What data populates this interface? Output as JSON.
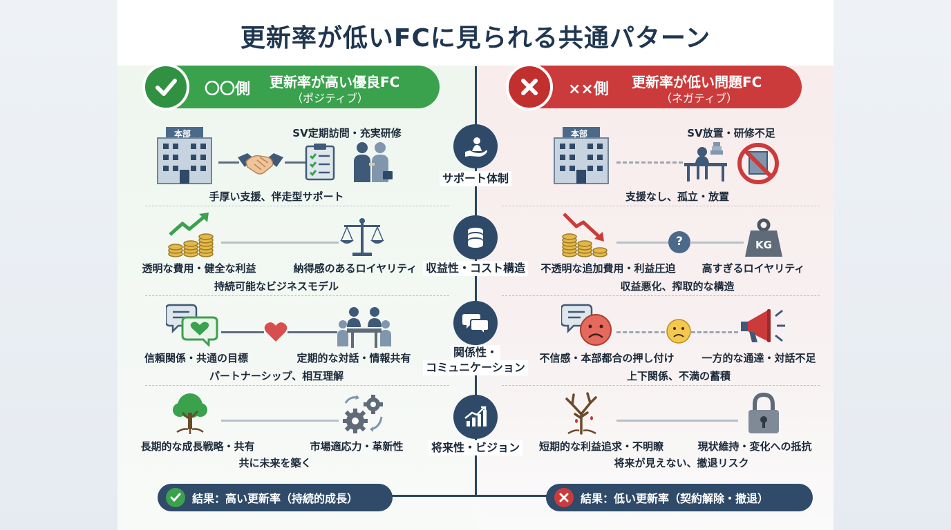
{
  "title": "更新率が低いFCに見られる共通パターン",
  "good": {
    "side": "〇〇側",
    "heading": "更新率が高い優良FC",
    "sub": "（ポジティブ）",
    "building_label": "本部",
    "row1_top": "SV定期訪問・充実研修",
    "row1_bottom": "手厚い支援、伴走型サポート",
    "row2_left": "透明な費用・健全な利益",
    "row2_right": "納得感のあるロイヤリティ",
    "row2_bottom": "持続可能なビジネスモデル",
    "row3_left": "信頼関係・共通の目標",
    "row3_right": "定期的な対話・情報共有",
    "row3_bottom": "パートナーシップ、相互理解",
    "row4_left": "長期的な成長戦略・共有",
    "row4_right": "市場適応力・革新性",
    "row4_bottom": "共に未来を築く",
    "result": "結果：高い更新率（持続的成長）"
  },
  "bad": {
    "side": "××側",
    "heading": "更新率が低い問題FC",
    "sub": "（ネガティブ）",
    "building_label": "本部",
    "row1_top": "SV放置・研修不足",
    "row1_bottom": "支援なし、孤立・放置",
    "row2_left": "不透明な追加費用・利益圧迫",
    "row2_right": "高すぎるロイヤリティ",
    "row2_bottom": "収益悪化、搾取的な構造",
    "weight_label": "KG",
    "question_mark": "?",
    "row3_left": "不信感・本部都合の押し付け",
    "row3_right": "一方的な通達・対話不足",
    "row3_bottom": "上下関係、不満の蓄積",
    "row4_left": "短期的な利益追求・不明瞭",
    "row4_right": "現状維持・変化への抵抗",
    "row4_bottom": "将来が見えない、撤退リスク",
    "result": "結果：低い更新率（契約解除・撤退）"
  },
  "categories": {
    "support": "サポート体制",
    "profit": "収益性・コスト構造",
    "relation_1": "関係性・",
    "relation_2": "コミュニケーション",
    "future": "将来性・ビジョン"
  },
  "colors": {
    "good": "#3aa14d",
    "bad": "#cc3b3b",
    "navy": "#2e4a68",
    "coin": "#e3b84a"
  }
}
